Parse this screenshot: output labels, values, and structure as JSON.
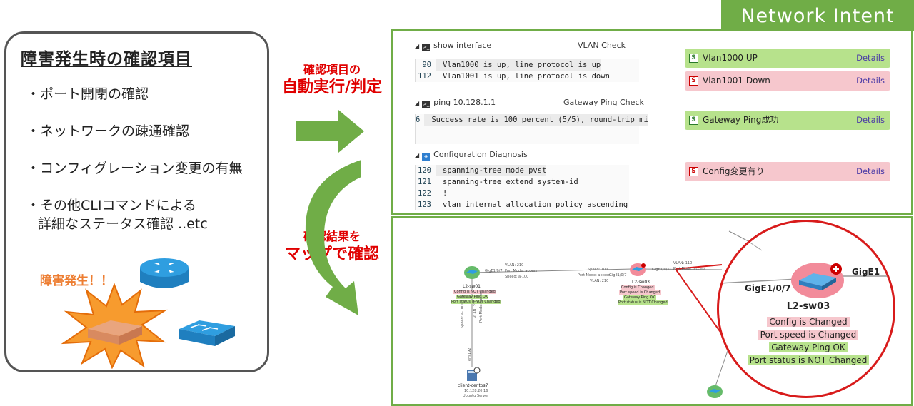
{
  "checklist": {
    "title": "障害発生時の確認項目",
    "items": [
      "・ポート開閉の確認",
      "・ネットワークの疎通確認",
      "・コンフィグレーション変更の有無",
      "・その他CLIコマンドによる",
      "詳細なステータス確認 ..etc"
    ],
    "alert": "障害発生！！"
  },
  "arrows": {
    "top_label_1": "確認項目の",
    "top_label_2": "自動実行/判定",
    "bottom_label_1": "確認結果を",
    "bottom_label_2": "マップで確認"
  },
  "banner": "Network Intent",
  "intent": {
    "sections": [
      {
        "command": "show interface",
        "check": "VLAN Check",
        "lines": [
          {
            "no": "90",
            "text": "Vlan1000 is up, line protocol is up"
          },
          {
            "no": "112",
            "text": "Vlan1001 is up, line protocol is down"
          }
        ],
        "results": [
          {
            "text": "Vlan1000 UP",
            "details": "Details",
            "status": "ok"
          },
          {
            "text": "Vlan1001 Down",
            "details": "Details",
            "status": "ng"
          }
        ]
      },
      {
        "command": "ping 10.128.1.1",
        "check": "Gateway Ping Check",
        "lines": [
          {
            "no": "6",
            "text": "Success rate is 100 percent (5/5), round-trip mi"
          }
        ],
        "results": [
          {
            "text": "Gateway Ping成功",
            "details": "Details",
            "status": "ok"
          }
        ]
      },
      {
        "command": "Configuration Diagnosis",
        "check": "",
        "lines": [
          {
            "no": "120",
            "text": "spanning-tree mode pvst"
          },
          {
            "no": "121",
            "text": "spanning-tree extend system-id"
          },
          {
            "no": "122",
            "text": "!"
          },
          {
            "no": "123",
            "text": "vlan internal allocation policy ascending"
          }
        ],
        "results": [
          {
            "text": "Config変更有り",
            "details": "Details",
            "status": "ng"
          }
        ]
      }
    ]
  },
  "map": {
    "sw01": {
      "name": "L2-sw01",
      "port": "GigE1/0/7",
      "tags": [
        "Config is NOT Changed",
        "Gateway Ping OK",
        "Port status is NOT Changed"
      ]
    },
    "link1": {
      "vlan": "VLAN: 210",
      "mode": "Port Mode: access",
      "speed": "Speed: a-100"
    },
    "link2": {
      "speed": "Speed: 100",
      "mode": "Port Mode: access",
      "vlan": "VLAN: 210",
      "port": "GigE1/0/7"
    },
    "sw03": {
      "name": "L2-sw03",
      "port": "GigE1/0/11",
      "tags": [
        "Config is Changed",
        "Port speed is Changed",
        "Gateway Ping OK",
        "Port status is NOT Changed"
      ]
    },
    "link3": {
      "vlan": "VLAN: 110",
      "mode": "Port Mode: access"
    },
    "vertical": {
      "speed": "Speed: a-1000",
      "vlan": "VLAN: 210",
      "mode": "Port Mode: access",
      "ens": "ens192"
    },
    "server": {
      "name": "client-centos7",
      "ip": "10.128.20.16",
      "os": "Ubuntu Server"
    },
    "zoom": {
      "name": "L2-sw03",
      "port_left": "GigE1/0/7",
      "port_right": "GigE1",
      "tags": [
        {
          "text": "Config is Changed",
          "status": "ng"
        },
        {
          "text": "Port speed is Changed",
          "status": "ng"
        },
        {
          "text": "Gateway Ping OK",
          "status": "ok"
        },
        {
          "text": "Port status is NOT Changed",
          "status": "ok"
        }
      ]
    }
  },
  "colors": {
    "accent_green": "#70ad47",
    "alert_red": "#e00000",
    "ok_green": "#b7e28c",
    "ng_pink": "#f6c7cd"
  }
}
